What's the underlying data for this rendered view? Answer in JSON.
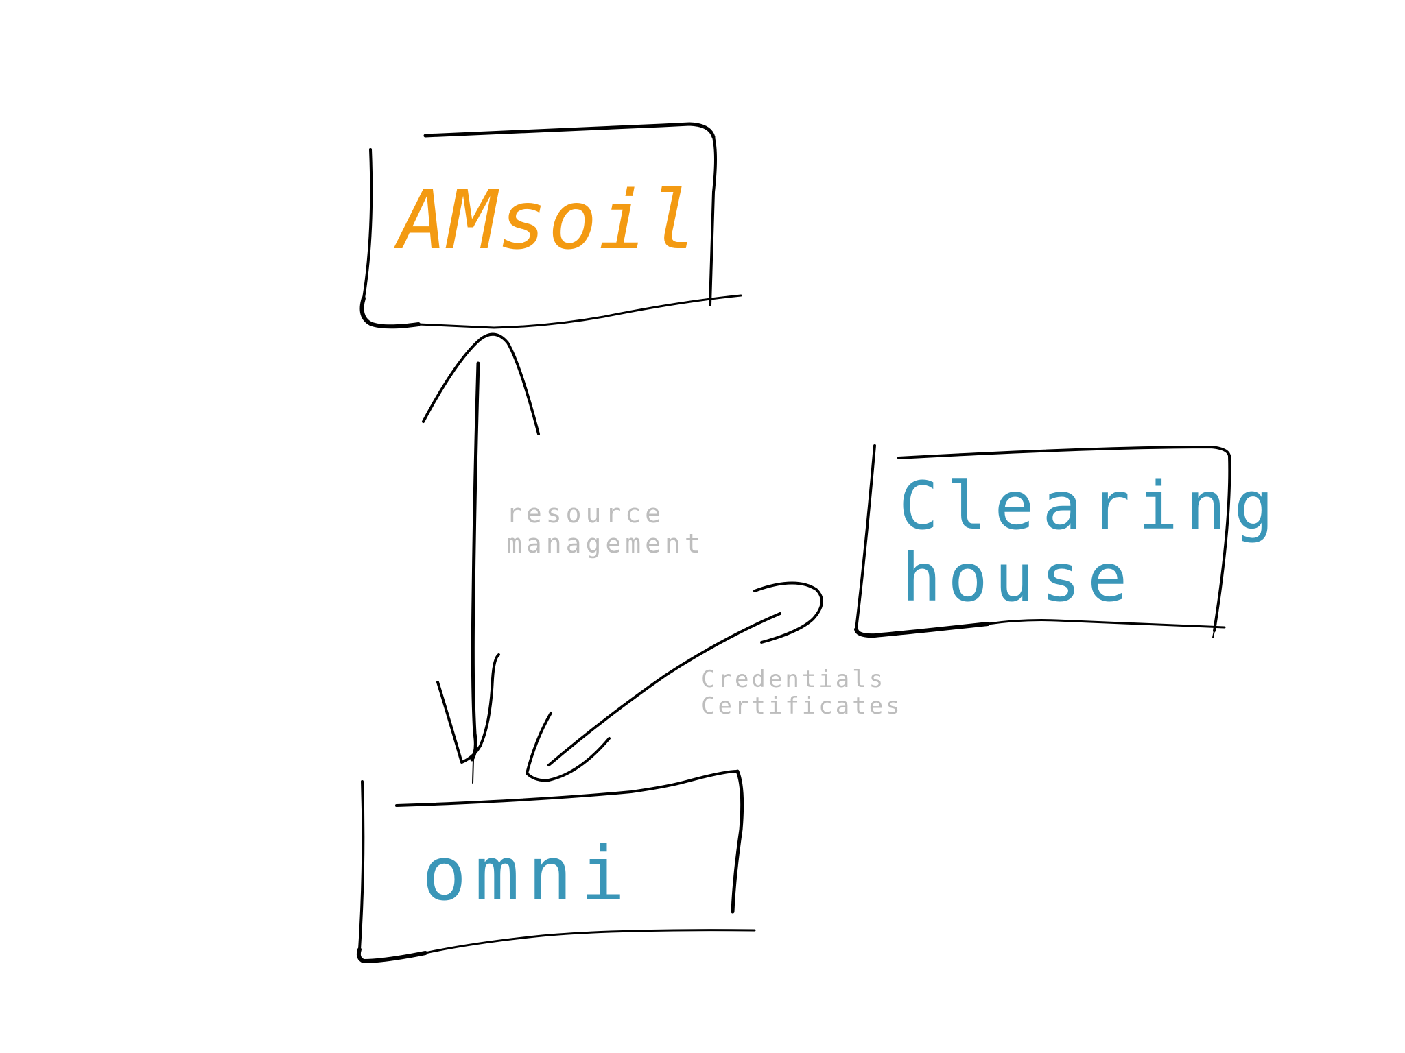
{
  "colors": {
    "stroke": "#000000",
    "amsoil": "#F39A12",
    "blue": "#3A96B8",
    "edge_label": "#BDBDBD"
  },
  "nodes": {
    "amsoil": {
      "label": "AMsoil"
    },
    "clearinghouse": {
      "label_line1": "Clearing",
      "label_line2": "house"
    },
    "omni": {
      "label": "omni"
    }
  },
  "edges": {
    "resource_management": {
      "line1": "resource",
      "line2": "management"
    },
    "credentials_certificates": {
      "line1": "Credentials",
      "line2": "Certificates"
    }
  }
}
